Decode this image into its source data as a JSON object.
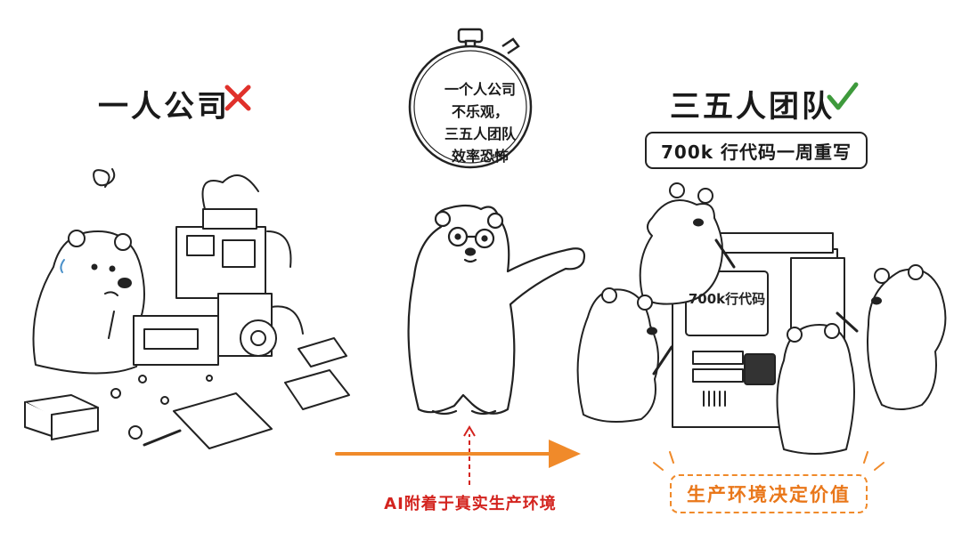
{
  "left_panel": {
    "title": "一人公司",
    "verdict_icon": "cross-icon",
    "verdict_color": "#e0312b"
  },
  "right_panel": {
    "title": "三五人团队",
    "verdict_icon": "check-icon",
    "verdict_color": "#3e9a3c",
    "label": "700k 行代码一周重写",
    "screen_text": "700k行代码"
  },
  "timer": {
    "lines": [
      "一个人公司",
      "不乐观，",
      "三五人团队",
      "效率恐怖"
    ]
  },
  "bottom": {
    "caption": "AI附着于真实生产环境",
    "caption_color": "#d3231e",
    "conclusion": "生产环境决定价值",
    "arrow_color": "#f08a2a"
  }
}
